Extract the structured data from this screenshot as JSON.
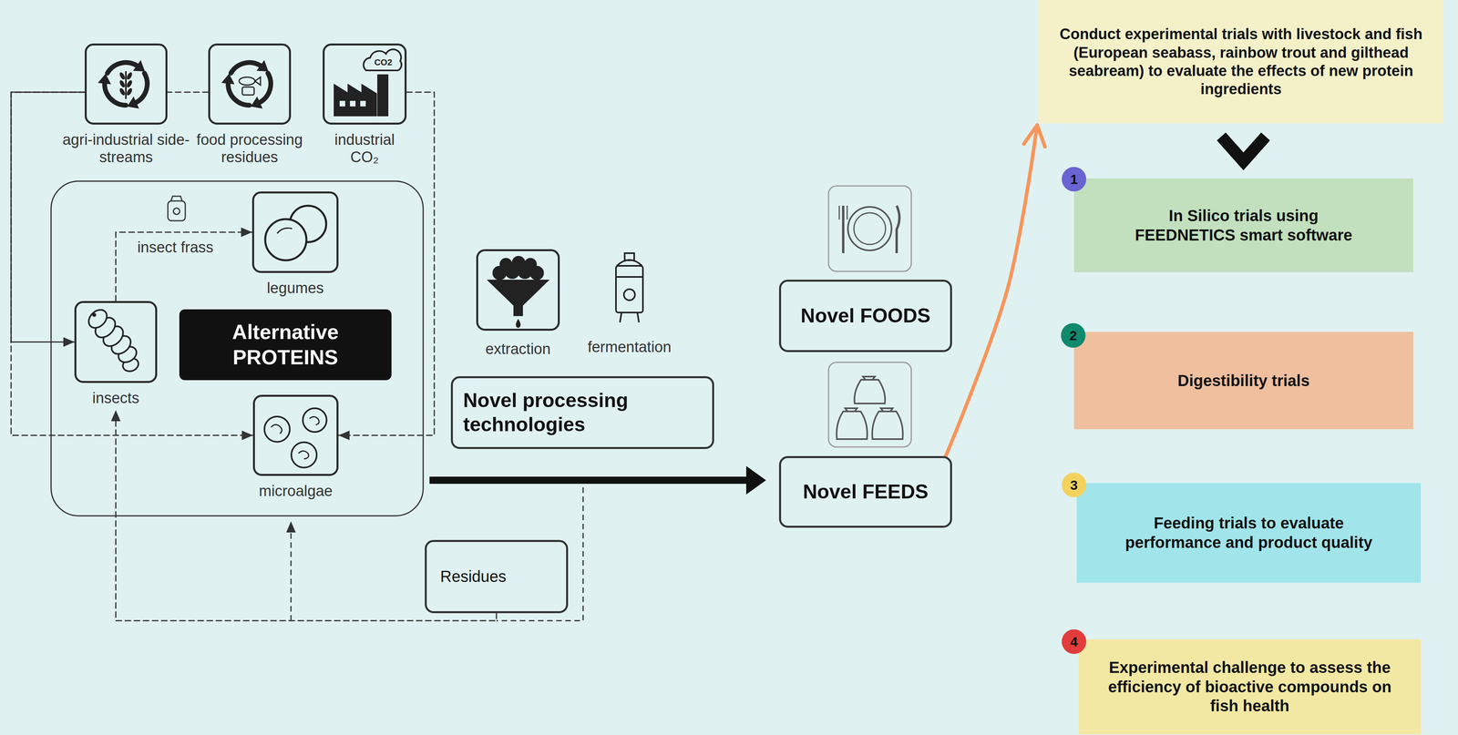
{
  "diagram": {
    "nodes": [
      {
        "text": [
          "agri-industrial side-streams"
        ]
      },
      {
        "text": [
          "food processing residues"
        ]
      },
      {
        "text": [
          "industrial CO₂"
        ]
      },
      {
        "text": [
          "legumes"
        ]
      },
      {
        "text": [
          "Alternative PROTEINS"
        ]
      },
      {
        "text": [
          "insects"
        ]
      },
      {
        "text": [
          "microalgae"
        ]
      },
      {
        "text": [
          "extraction"
        ]
      },
      {
        "text": [
          "Novel processing technologies"
        ]
      },
      {
        "text": [
          "Novel FOODS"
        ]
      },
      {
        "text": [
          "Novel FEEDS"
        ]
      },
      {
        "text": [
          "Residues"
        ]
      },
      {
        "text": [
          "Conduct experimental trials with livestock and fish (European seabass, rainbow trout and gilthead seabream) to evaluate the effects of new protein ingredients"
        ]
      },
      {
        "text": [
          "In Silico trials using FEEDNETICS smart software"
        ]
      },
      {
        "text": [
          "Digestibility trials"
        ]
      },
      {
        "text": [
          "Feeding trials to evaluate performance and product quality"
        ]
      },
      {
        "text": [
          "Experimental challenge to assess the efficiency of bioactive compounds on fish health"
        ]
      }
    ],
    "edges": [
      {
        "from": 0,
        "to": 5,
        "arrow": "to"
      },
      {
        "from": 0,
        "to": 6,
        "arrow": "to"
      },
      {
        "from": 1,
        "to": 5,
        "arrow": "to"
      },
      {
        "from": 2,
        "to": 6,
        "arrow": "to"
      },
      {
        "from": 5,
        "to": 3,
        "label": "insect frass",
        "arrow": "to"
      },
      {
        "from": 11,
        "to": 5,
        "arrow": "to"
      },
      {
        "from": 10,
        "to": 12,
        "arrow": "to"
      }
    ],
    "labels": [
      "CO2",
      "fermentation",
      "1",
      "2",
      "3",
      "4"
    ]
  }
}
